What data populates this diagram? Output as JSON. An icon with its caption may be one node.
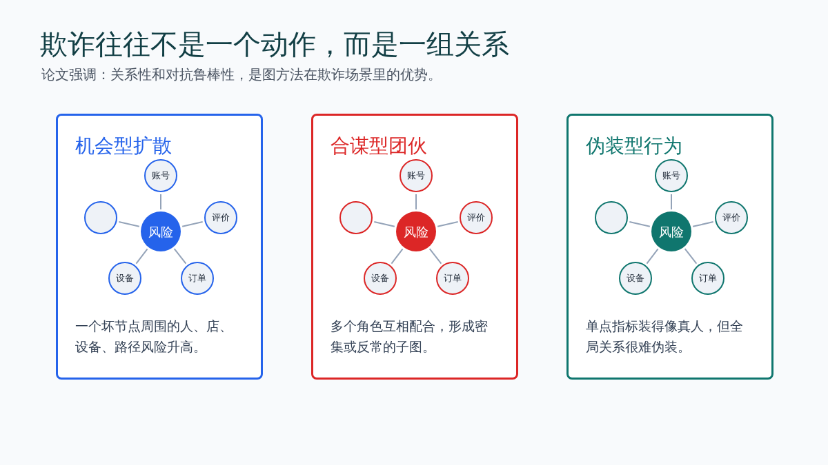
{
  "diagram": {
    "title": "欺诈往往不是一个动作，而是一组关系",
    "caption": "论文强调：关系性和对抗鲁棒性，是图方法在欺诈场景里的优势。",
    "nodes": [
      {
        "text": [
          "机会型扩散",
          "一个坏节点周围的人、店、设备、路径风险升高。"
        ]
      },
      {
        "text": [
          "风险"
        ],
        "in": 0
      },
      {
        "text": [
          "账号"
        ],
        "in": 0
      },
      {
        "text": [],
        "shape": "circle",
        "in": 0
      },
      {
        "text": [
          "评价"
        ],
        "in": 0
      },
      {
        "text": [
          "设备"
        ],
        "in": 0
      },
      {
        "text": [
          "订单"
        ],
        "in": 0
      },
      {
        "text": [
          "合谋型团伙",
          "多个角色互相配合，形成密集或反常的子图。"
        ]
      },
      {
        "text": [
          "风险"
        ],
        "in": 7
      },
      {
        "text": [
          "账号"
        ],
        "in": 7
      },
      {
        "text": [],
        "shape": "circle",
        "in": 7
      },
      {
        "text": [
          "评价"
        ],
        "in": 7
      },
      {
        "text": [
          "设备"
        ],
        "in": 7
      },
      {
        "text": [
          "订单"
        ],
        "in": 7
      },
      {
        "text": [
          "伪装型行为",
          "单点指标装得像真人，但全局关系很难伪装。"
        ]
      },
      {
        "text": [
          "风险"
        ],
        "in": 14
      },
      {
        "text": [
          "账号"
        ],
        "in": 14
      },
      {
        "text": [],
        "shape": "circle",
        "in": 14
      },
      {
        "text": [
          "评价"
        ],
        "in": 14
      },
      {
        "text": [
          "设备"
        ],
        "in": 14
      },
      {
        "text": [
          "订单"
        ],
        "in": 14
      }
    ],
    "edges": [
      {
        "from": 1,
        "to": 2,
        "arrow": "none"
      },
      {
        "from": 1,
        "to": 3,
        "arrow": "none"
      },
      {
        "from": 1,
        "to": 4,
        "arrow": "none"
      },
      {
        "from": 1,
        "to": 5,
        "arrow": "none"
      },
      {
        "from": 1,
        "to": 6,
        "arrow": "none"
      },
      {
        "from": 8,
        "to": 9,
        "arrow": "none"
      },
      {
        "from": 8,
        "to": 10,
        "arrow": "none"
      },
      {
        "from": 8,
        "to": 11,
        "arrow": "none"
      },
      {
        "from": 8,
        "to": 12,
        "arrow": "none"
      },
      {
        "from": 8,
        "to": 13,
        "arrow": "none"
      },
      {
        "from": 15,
        "to": 16,
        "arrow": "none"
      },
      {
        "from": 15,
        "to": 17,
        "arrow": "none"
      },
      {
        "from": 15,
        "to": 18,
        "arrow": "none"
      },
      {
        "from": 15,
        "to": 19,
        "arrow": "none"
      },
      {
        "from": 15,
        "to": 20,
        "arrow": "none"
      }
    ]
  }
}
